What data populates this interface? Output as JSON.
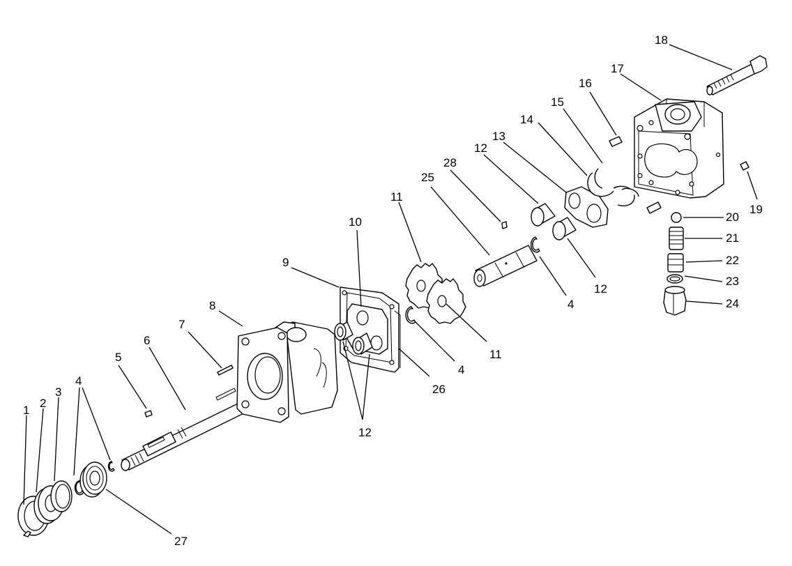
{
  "callouts": {
    "c1": "1",
    "c2": "2",
    "c3": "3",
    "c4a": "4",
    "c4b": "4",
    "c4c": "4",
    "c5": "5",
    "c6": "6",
    "c7": "7",
    "c8": "8",
    "c9": "9",
    "c10": "10",
    "c11a": "11",
    "c11b": "11",
    "c12a": "12",
    "c12b": "12",
    "c12c": "12",
    "c13": "13",
    "c14": "14",
    "c15": "15",
    "c16": "16",
    "c17": "17",
    "c18": "18",
    "c19": "19",
    "c20": "20",
    "c21": "21",
    "c22": "22",
    "c23": "23",
    "c24": "24",
    "c25": "25",
    "c26": "26",
    "c27": "27",
    "c28": "28"
  }
}
